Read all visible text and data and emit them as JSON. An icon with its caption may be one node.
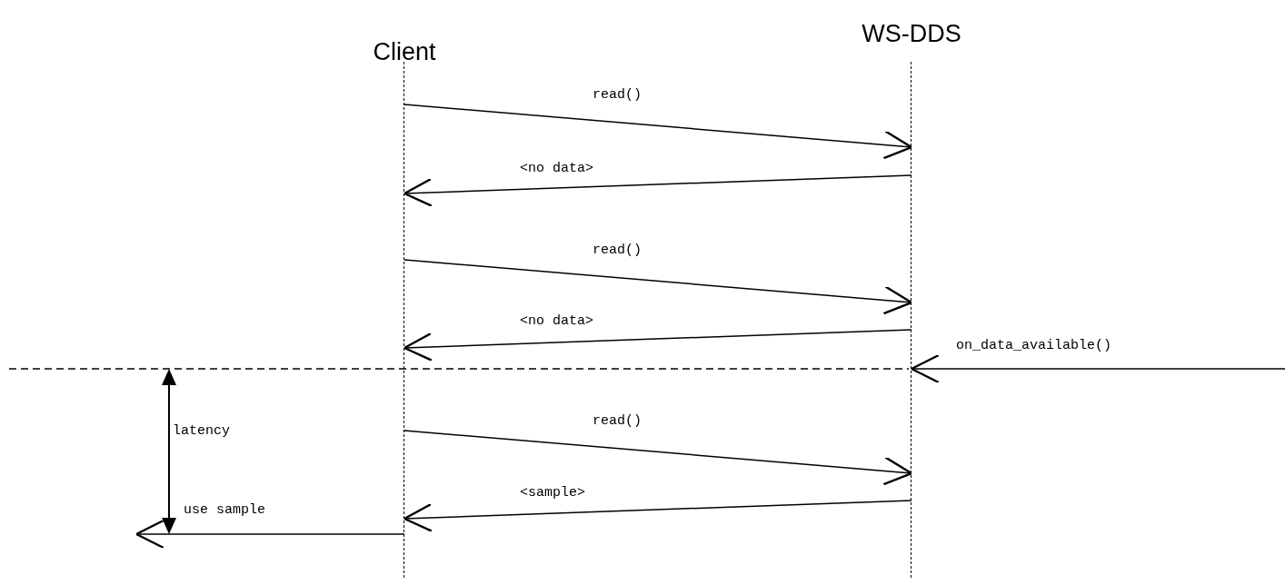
{
  "diagram": {
    "nodes": [
      {
        "text": [
          "Client"
        ]
      },
      {
        "text": [
          "WS-DDS"
        ]
      }
    ],
    "edges": [
      {
        "from": 0,
        "to": 1,
        "arrow": "to",
        "label": "read()"
      },
      {
        "from": 1,
        "to": 0,
        "arrow": "to",
        "label": "<no data>"
      },
      {
        "from": 0,
        "to": 1,
        "arrow": "to",
        "label": "read()"
      },
      {
        "from": 1,
        "to": 0,
        "arrow": "to",
        "label": "<no data>"
      },
      {
        "from": null,
        "to": 1,
        "arrow": "to",
        "label": "on_data_available()"
      },
      {
        "from": 0,
        "to": 1,
        "arrow": "to",
        "label": "read()"
      },
      {
        "from": 1,
        "to": 0,
        "arrow": "to",
        "label": "<sample>"
      },
      {
        "from": 0,
        "to": null,
        "arrow": "to",
        "label": "use sample"
      }
    ],
    "labels": [
      "latency"
    ]
  }
}
